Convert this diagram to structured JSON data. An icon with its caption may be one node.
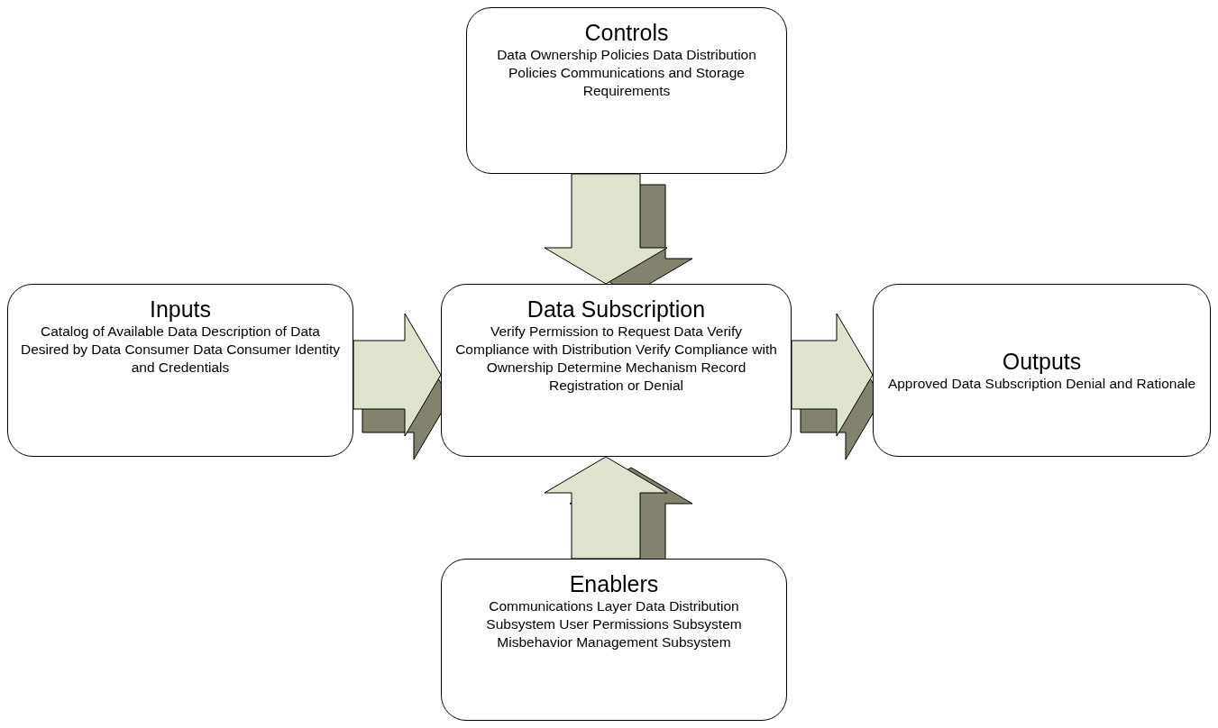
{
  "diagram": {
    "nodes": [
      {
        "text": [
          "Controls",
          "Data Ownership Policies Data Distribution Policies Communications and Storage Requirements"
        ]
      },
      {
        "text": [
          "Inputs",
          "Catalog of Available Data Description of Data Desired by Data Consumer Data Consumer Identity and Credentials"
        ]
      },
      {
        "text": [
          "Data Subscription",
          "Verify Permission to Request Data Verify Compliance with Distribution Verify Compliance with Ownership Determine Mechanism Record Registration or Denial"
        ]
      },
      {
        "text": [
          "Outputs",
          "Approved Data Subscription Denial and Rationale"
        ]
      },
      {
        "text": [
          "Enablers",
          "Communications Layer Data Distribution Subsystem User Permissions Subsystem Misbehavior Management Subsystem"
        ]
      }
    ],
    "edges": [
      {
        "from": 0,
        "to": 2,
        "arrow": "to"
      },
      {
        "from": 1,
        "to": 2,
        "arrow": "to"
      },
      {
        "from": 2,
        "to": 3,
        "arrow": "to"
      },
      {
        "from": 4,
        "to": 2,
        "arrow": "to"
      }
    ]
  }
}
